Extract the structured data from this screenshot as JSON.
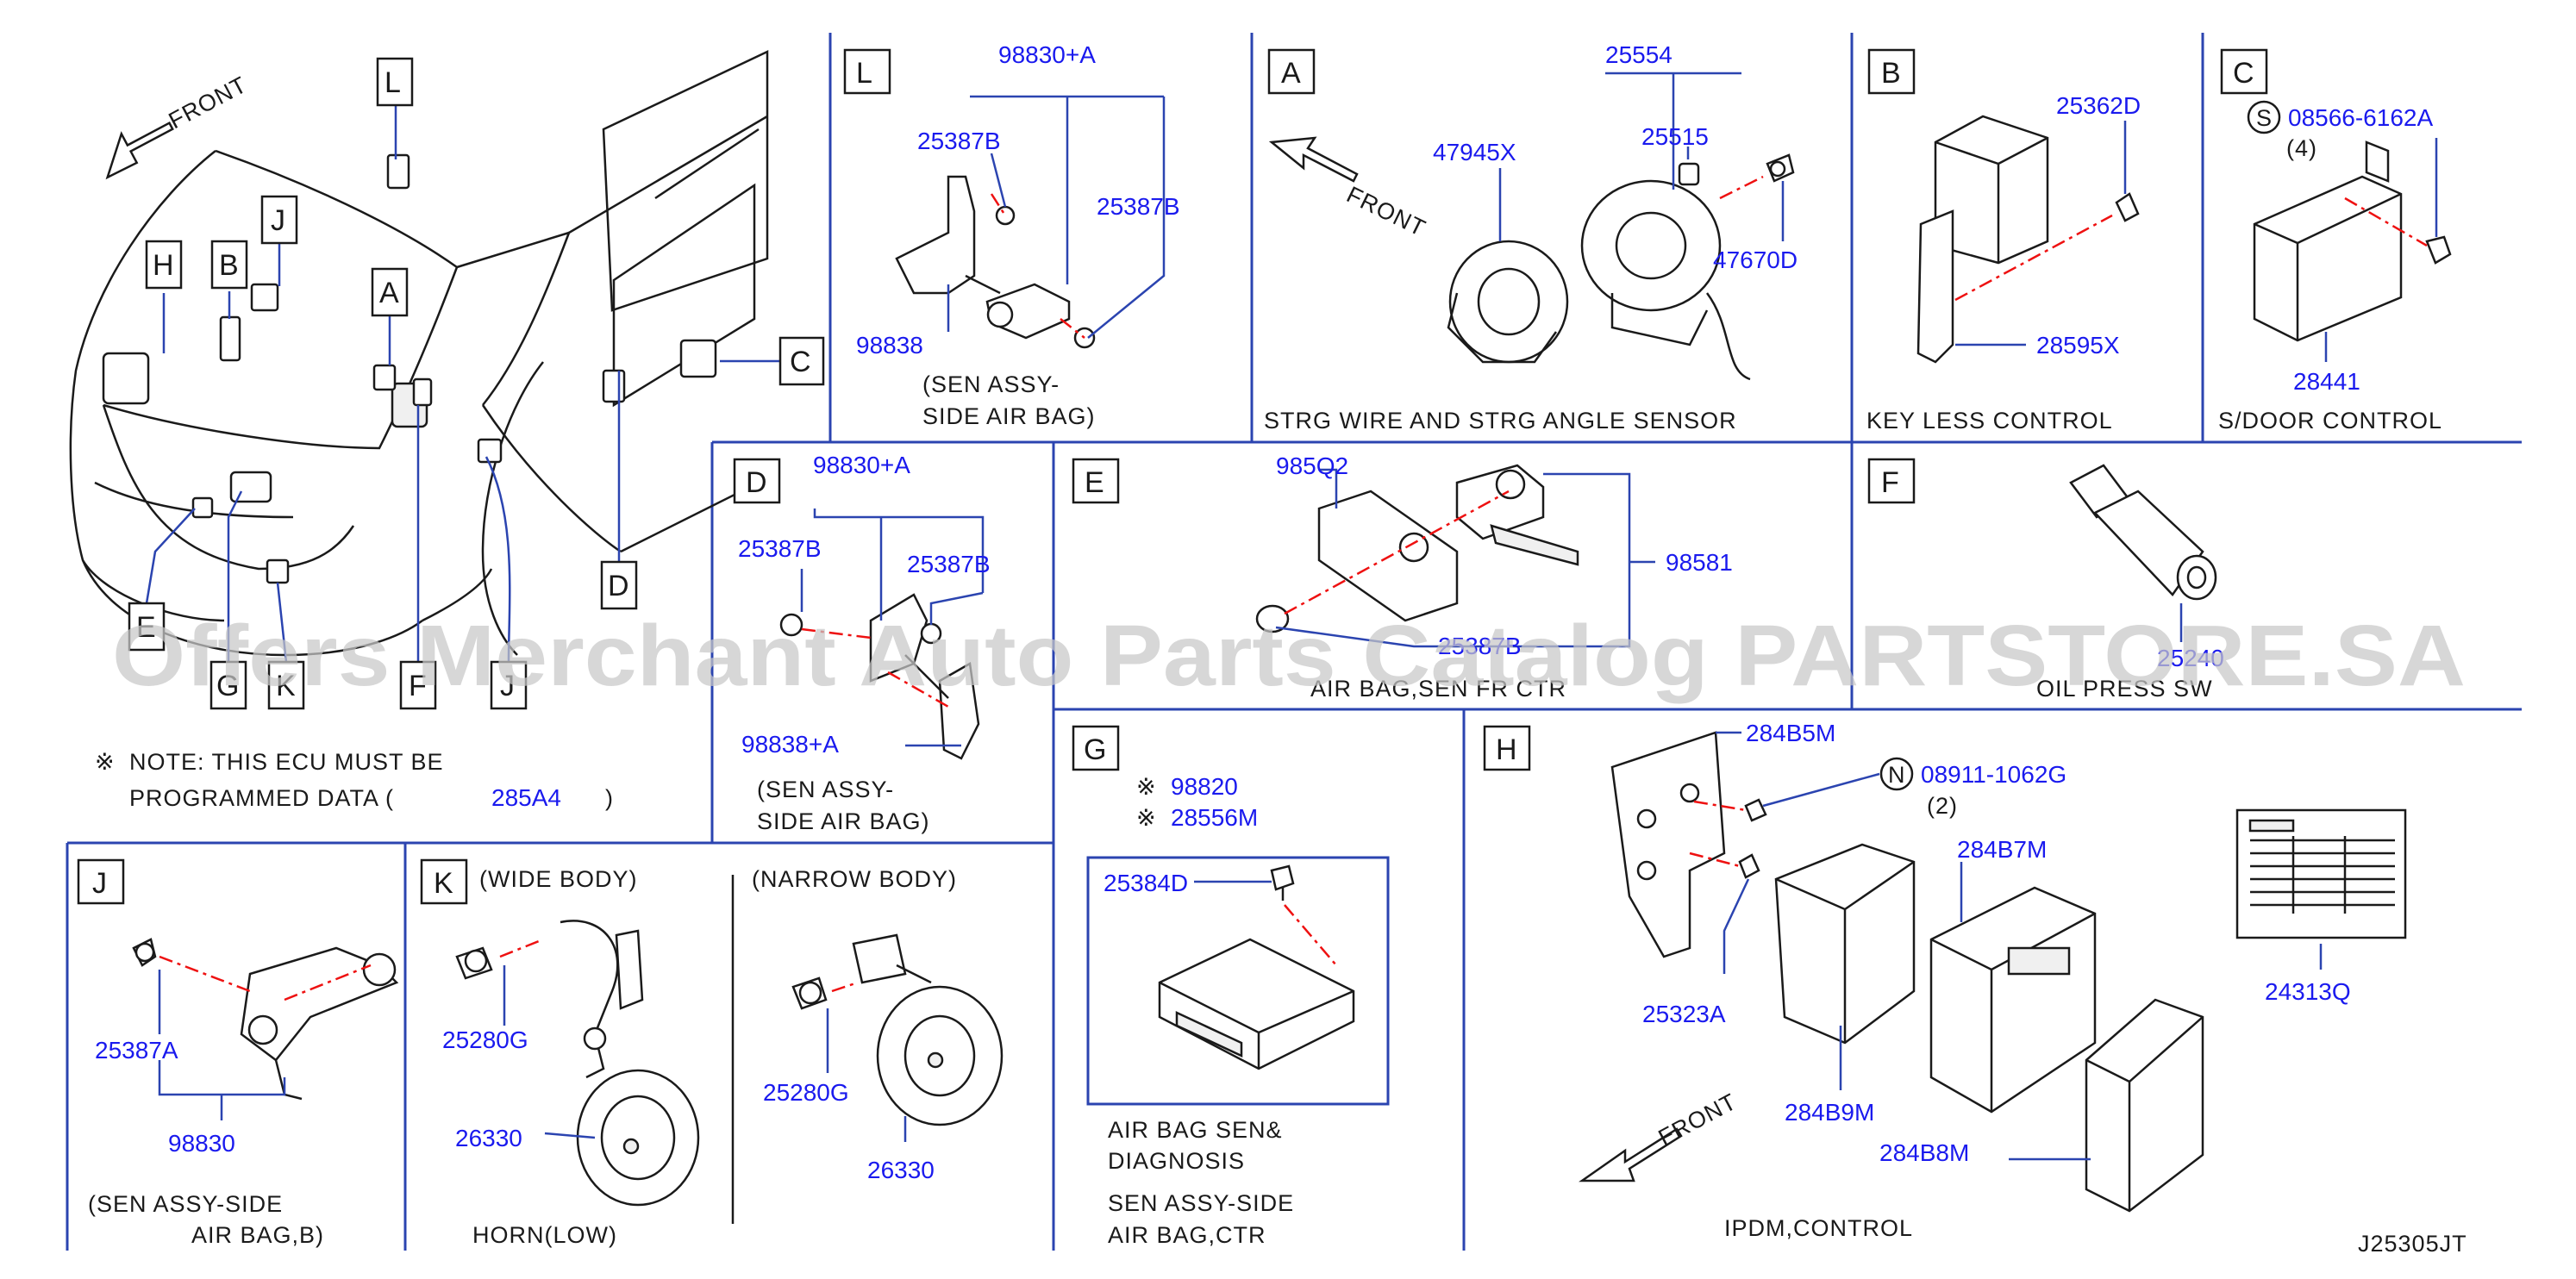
{
  "watermark": "Offers Merchant Auto Parts Catalog PARTSTORE.SA",
  "diagram_code": "J25305JT",
  "overview": {
    "front": "FRONT",
    "callouts": [
      "L",
      "H",
      "B",
      "J",
      "A",
      "C",
      "D",
      "E",
      "G",
      "K",
      "F",
      "J"
    ],
    "note_mark": "※",
    "note_line1": "NOTE:  THIS  ECU  MUST  BE",
    "note_line2": "PROGRAMMED  DATA  (",
    "note_code": "285A4",
    "note_close": ")"
  },
  "panel_L": {
    "letter": "L",
    "parts": [
      "98830+A",
      "25387B",
      "25387B",
      "98838"
    ],
    "caption1": "(SEN  ASSY-",
    "caption2": "SIDE  AIR  BAG)"
  },
  "panel_A": {
    "letter": "A",
    "front": "FRONT",
    "parts": [
      "25554",
      "25515",
      "47945X",
      "47670D"
    ],
    "caption": "STRG  WIRE  AND  STRG  ANGLE  SENSOR"
  },
  "panel_B": {
    "letter": "B",
    "parts": [
      "25362D",
      "28595X"
    ],
    "caption": "KEY  LESS  CONTROL"
  },
  "panel_C": {
    "letter": "C",
    "circle": "S",
    "part_main": "08566-6162A",
    "qty": "(4)",
    "part2": "28441",
    "caption": "S/DOOR  CONTROL"
  },
  "panel_D": {
    "letter": "D",
    "parts": [
      "98830+A",
      "25387B",
      "25387B",
      "98838+A"
    ],
    "caption1": "(SEN  ASSY-",
    "caption2": "SIDE  AIR  BAG)"
  },
  "panel_E": {
    "letter": "E",
    "parts": [
      "985Q2",
      "98581",
      "25387B"
    ],
    "caption": "AIR  BAG,SEN  FR  CTR"
  },
  "panel_F": {
    "letter": "F",
    "parts": [
      "25240"
    ],
    "caption": "OIL  PRESS  SW"
  },
  "panel_J": {
    "letter": "J",
    "parts": [
      "25387A",
      "98830"
    ],
    "caption1": "(SEN  ASSY-SIDE",
    "caption2": "AIR  BAG,B)"
  },
  "panel_K": {
    "letter": "K",
    "wide": "(WIDE  BODY)",
    "narrow": "(NARROW  BODY)",
    "parts": [
      "25280G",
      "26330",
      "25280G",
      "26330"
    ],
    "caption": "HORN(LOW)"
  },
  "panel_G": {
    "letter": "G",
    "mark": "※",
    "parts": [
      "98820",
      "28556M",
      "25384D"
    ],
    "caption1": "AIR  BAG  SEN&",
    "caption2": "DIAGNOSIS",
    "caption3": "SEN  ASSY-SIDE",
    "caption4": "AIR  BAG,CTR"
  },
  "panel_H": {
    "letter": "H",
    "front": "FRONT",
    "circle": "N",
    "parts": [
      "284B5M",
      "08911-1062G",
      "(2)",
      "284B7M",
      "25323A",
      "284B9M",
      "284B8M",
      "24313Q"
    ],
    "caption": "IPDM,CONTROL"
  }
}
